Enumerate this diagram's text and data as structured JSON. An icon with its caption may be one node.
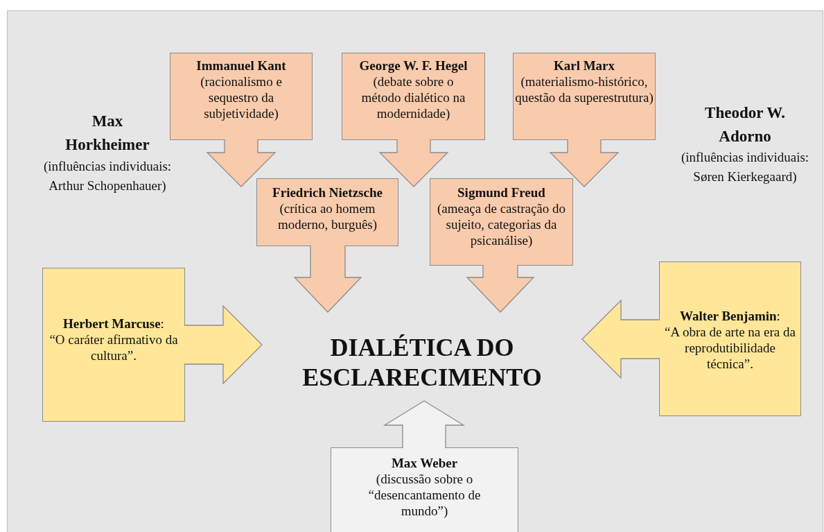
{
  "diagram": {
    "nodes": [
      {
        "text": [
          "Immanuel Kant",
          "(racionalismo e sequestro da subjetividade)"
        ]
      },
      {
        "text": [
          "George W. F. Hegel",
          "(debate sobre o método dialético na modernidade)"
        ]
      },
      {
        "text": [
          "Karl Marx",
          "(materialismo-histórico, questão da superestrutura)"
        ]
      },
      {
        "text": [
          "Friedrich Nietzsche",
          "(crítica ao homem moderno, burguês)"
        ]
      },
      {
        "text": [
          "Sigmund Freud",
          "(ameaça de castração do sujeito, categorias da psicanálise)"
        ]
      },
      {
        "text": [
          "**Herbert Marcuse**:",
          "“O caráter afirmativo da cultura”."
        ]
      },
      {
        "text": [
          "DIALÉTICA DO ESCLARECIMENTO"
        ]
      },
      {
        "text": [
          "**Walter Benjamin**:",
          "“A obra de arte na era da reprodutibilidade técnica”."
        ]
      },
      {
        "text": [
          "Max Weber",
          "(discussão sobre o “desencantamento de mundo”)"
        ]
      }
    ],
    "edges": [
      {
        "from": 0,
        "to": null,
        "arrow": "to"
      },
      {
        "from": 1,
        "to": null,
        "arrow": "to"
      },
      {
        "from": 2,
        "to": null,
        "arrow": "to"
      },
      {
        "from": 3,
        "to": 6,
        "arrow": "to"
      },
      {
        "from": 4,
        "to": 6,
        "arrow": "to"
      },
      {
        "from": 5,
        "to": 6,
        "arrow": "to",
        "color": "#ffe699"
      },
      {
        "from": 7,
        "to": 6,
        "arrow": "to",
        "color": "#ffe699"
      },
      {
        "from": 8,
        "to": 6,
        "arrow": "to",
        "color": "#f2f2f2"
      }
    ],
    "labels": [
      "Max Horkheimer",
      "(influências individuais: Arthur Schopenhauer)",
      "Theodor W. Adorno",
      "(influências individuais: Søren Kierkegaard)"
    ]
  }
}
